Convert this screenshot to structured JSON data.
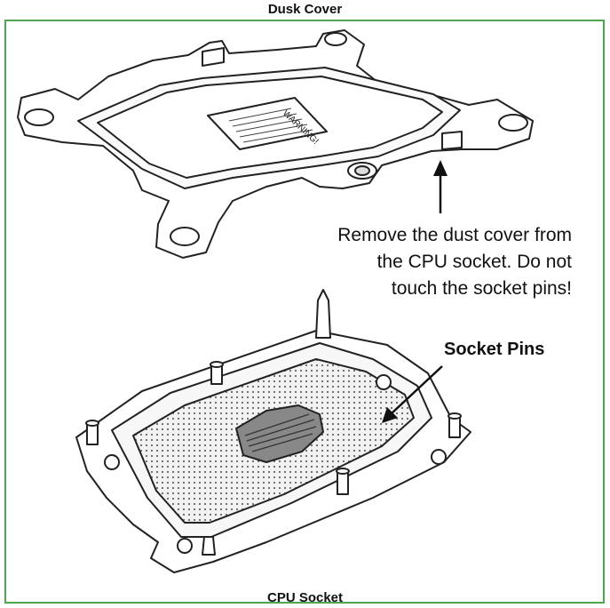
{
  "title": "Dusk Cover",
  "instruction_lines": [
    "Remove the dust cover from",
    "the CPU socket.  Do not",
    "touch the socket pins!"
  ],
  "socket_pins_label": "Socket Pins",
  "cpu_socket_label": "CPU Socket",
  "warning_label_text": "WARNING!",
  "colors": {
    "frame": "#4fa64f",
    "line": "#222222",
    "fill": "#ffffff",
    "pins": "#d9d9d9"
  }
}
